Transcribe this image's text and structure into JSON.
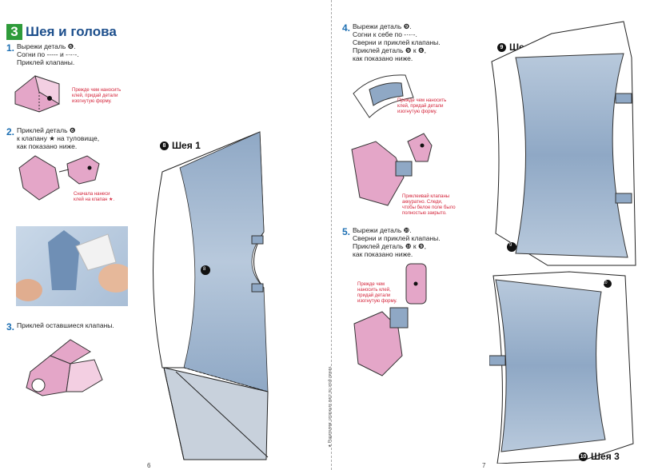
{
  "section": {
    "number": "3",
    "title": "Шея и голова"
  },
  "left_steps": [
    {
      "num": "1.",
      "text": "Вырежи деталь ❻.\nСогни по ----- и -·-·-.\nПриклей клапаны."
    },
    {
      "num": "2.",
      "text": "Приклей деталь ❻\nк клапану ★ на туловище,\nкак показано ниже."
    },
    {
      "num": "3.",
      "text": "Приклей оставшиеся клапаны."
    }
  ],
  "left_notes": [
    "Прежде чем наносить\nклей, придай детали\nизогнутую форму.",
    "Сначала нанеси\nклей на клапан ★."
  ],
  "right_steps": [
    {
      "num": "4.",
      "text": "Вырежи деталь ❾.\nСогни к себе по -·-·-.\nСверни и приклей клапаны.\nПриклей деталь ❾ к ❻,\nкак показано ниже."
    },
    {
      "num": "5.",
      "text": "Вырежи деталь ❿.\nСверни и приклей клапаны.\nПриклей деталь ❿ к ❾,\nкак показано ниже."
    }
  ],
  "right_notes": [
    "Прежде чем наносить\nклей, придай детали\nизогнутую форму.",
    "Приклеивай клапаны\nаккуратно. Следи,\nчтобы белое поле было\nполностью закрыто.",
    "Прежде чем\nнаносить клей,\nпридай детали\nизогнутую форму."
  ],
  "parts": [
    {
      "badge": "8",
      "label": "Шея 1"
    },
    {
      "badge": "9",
      "label": "Шея 2"
    },
    {
      "badge": "10",
      "label": "Шея 3"
    }
  ],
  "part_marks": {
    "part9_small": "9",
    "part10_small": "10",
    "part8_small": "8"
  },
  "footer_note": "★ Родителям: отрежьте лист по этой линии.",
  "page_numbers": {
    "left": "6",
    "right": "7"
  },
  "colors": {
    "blue_part": "#9db3cc",
    "pink": "#e4a6c8",
    "title_blue": "#1d4f8c",
    "note_red": "#d4243a",
    "green_box": "#2e9b3a"
  }
}
